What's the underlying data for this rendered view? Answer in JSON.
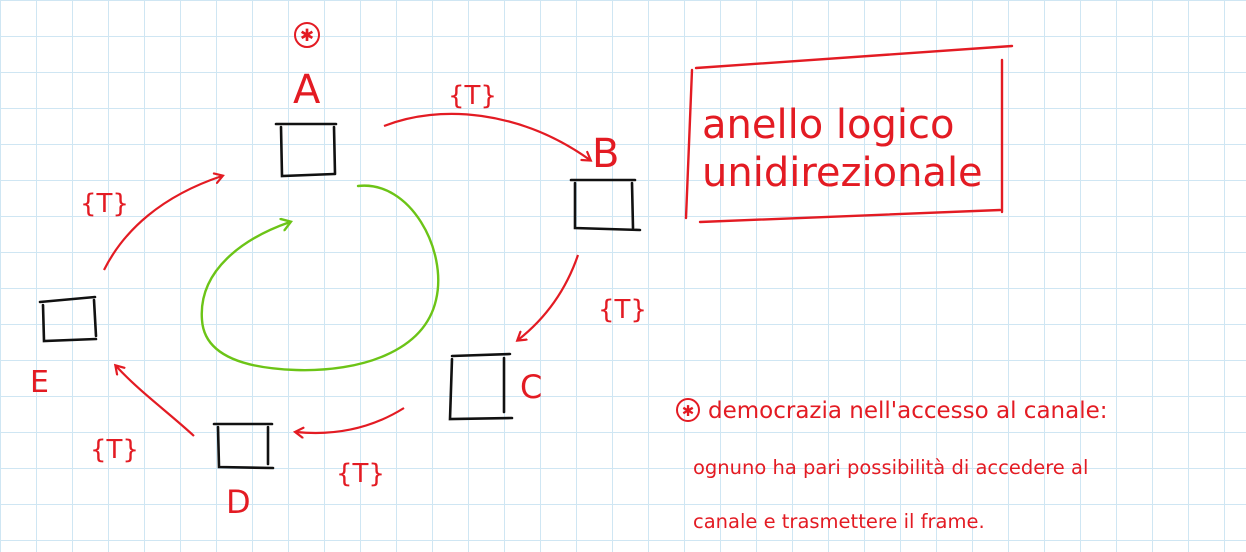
{
  "colors": {
    "ink_black": "#111111",
    "ink_red": "#e31b23",
    "ink_green": "#6cc417",
    "grid": "#cfe6f3"
  },
  "nodes": [
    {
      "id": "A",
      "label": "A"
    },
    {
      "id": "B",
      "label": "B"
    },
    {
      "id": "C",
      "label": "C"
    },
    {
      "id": "D",
      "label": "D"
    },
    {
      "id": "E",
      "label": "E"
    }
  ],
  "token_label": "{T}",
  "token_label_ab": "{T}",
  "star_marker": "✱",
  "title_box": {
    "line1": "anello logico",
    "line2": "unidirezionale"
  },
  "note": {
    "marker": "✱",
    "line1": "democrazia nell'accesso al canale:",
    "line2": "ognuno ha pari possibilità di accedere al",
    "line3": "canale e trasmettere il frame."
  }
}
